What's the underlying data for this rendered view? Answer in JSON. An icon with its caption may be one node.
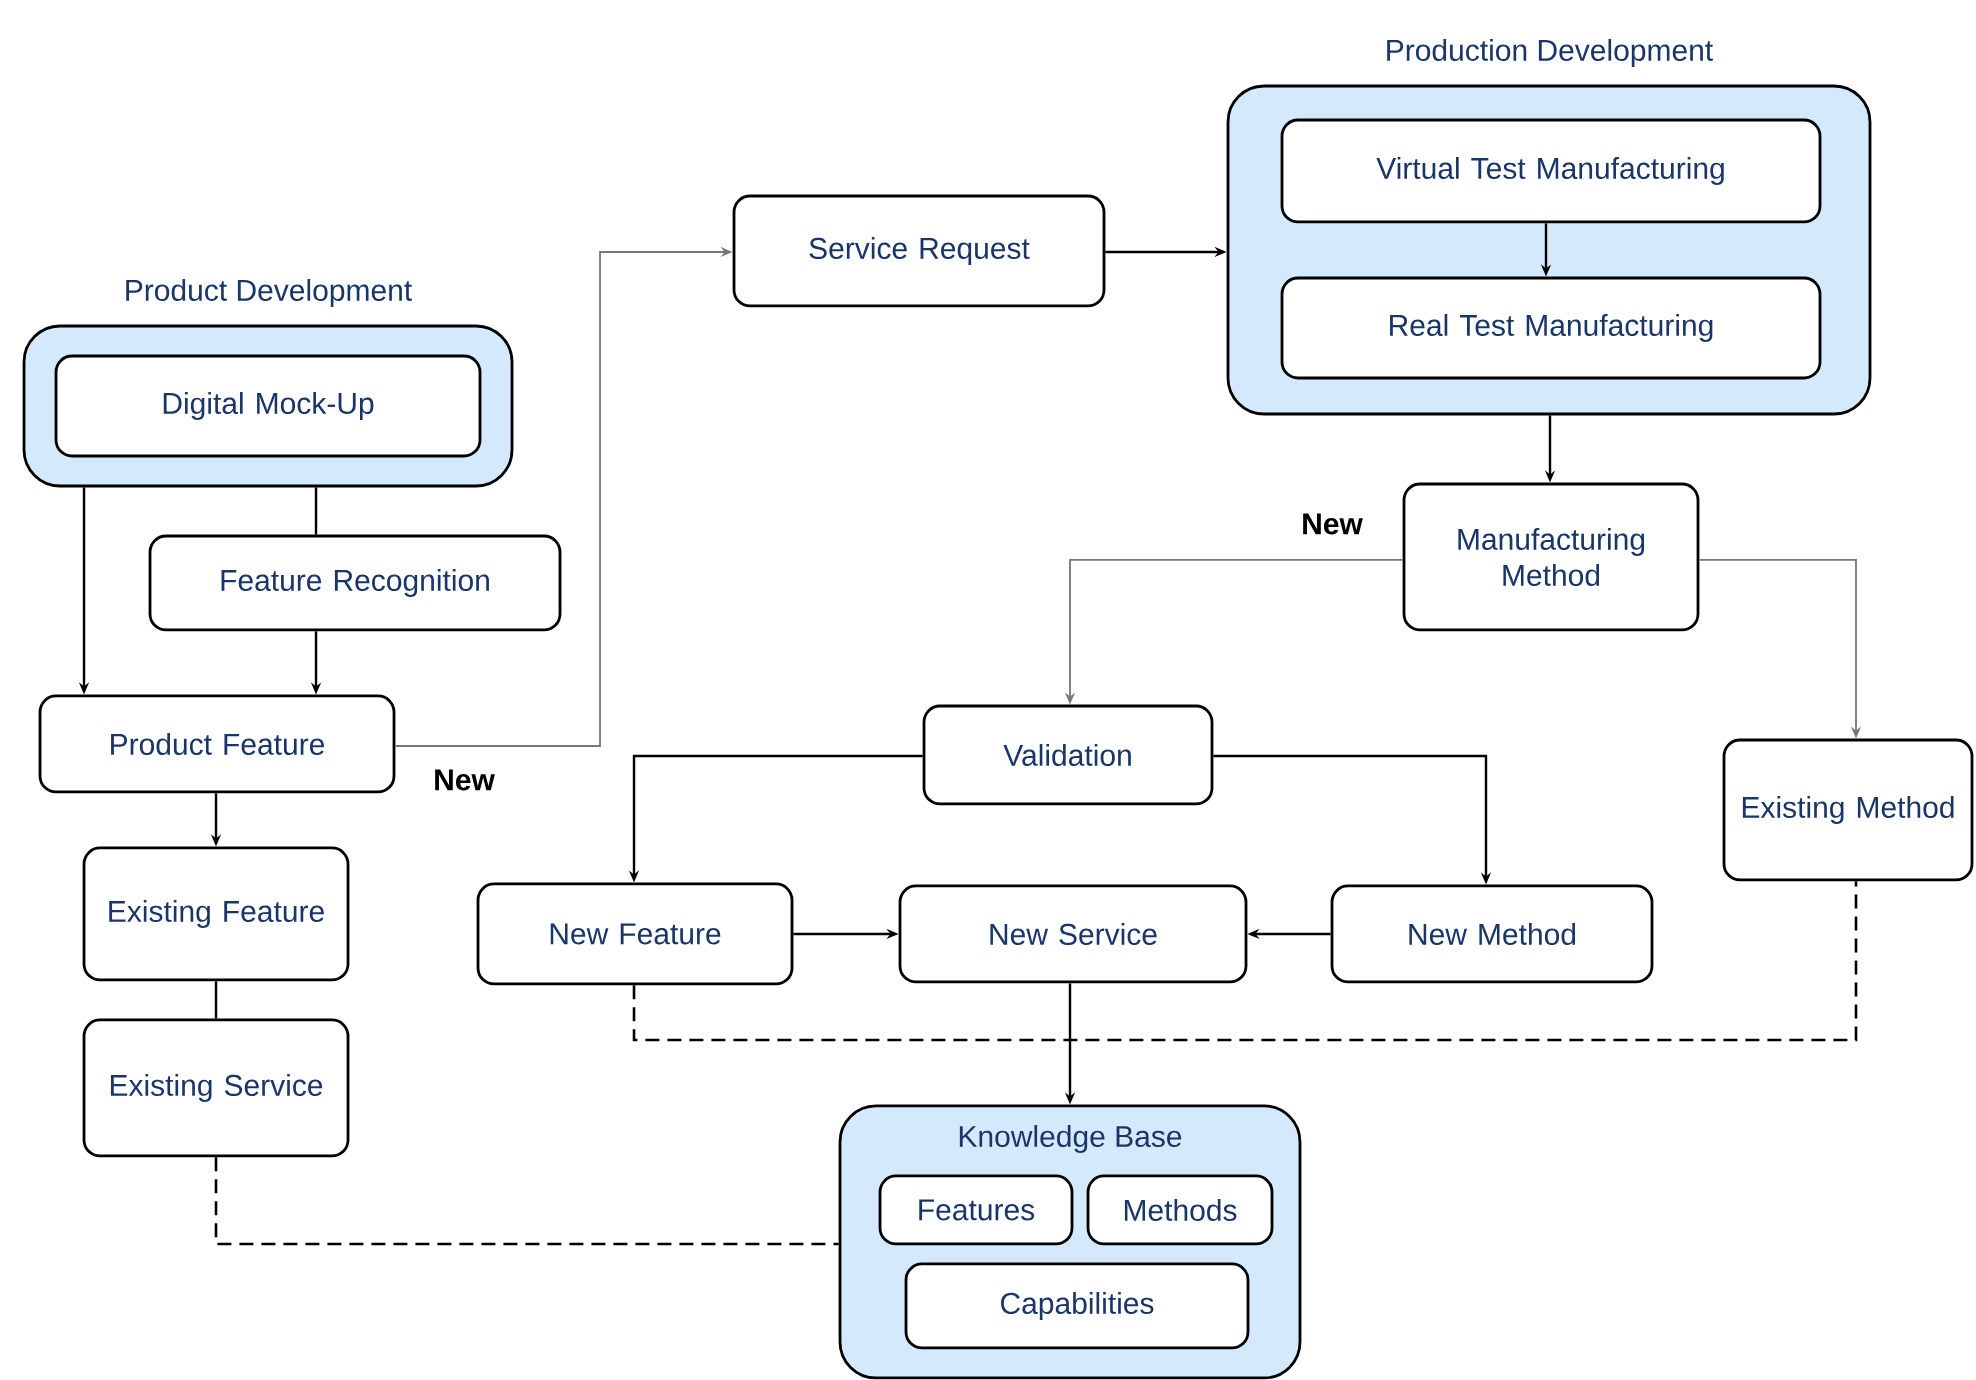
{
  "diagram": {
    "nodes": [
      {
        "text": [
          "Product Development"
        ]
      },
      {
        "text": [
          "Digital Mock-Up"
        ],
        "in": 0
      },
      {
        "text": [
          "Feature Recognition"
        ]
      },
      {
        "text": [
          "Product Feature"
        ]
      },
      {
        "text": [
          "Existing Feature"
        ]
      },
      {
        "text": [
          "Existing Service"
        ]
      },
      {
        "text": [
          "Service Request"
        ]
      },
      {
        "text": [
          "Production Development"
        ]
      },
      {
        "text": [
          "Virtual Test Manufacturing"
        ],
        "in": 7
      },
      {
        "text": [
          "Real Test Manufacturing"
        ],
        "in": 7
      },
      {
        "text": [
          "Manufacturing Method"
        ]
      },
      {
        "text": [
          "Validation"
        ]
      },
      {
        "text": [
          "Existing Method"
        ]
      },
      {
        "text": [
          "New Feature"
        ]
      },
      {
        "text": [
          "New Service"
        ]
      },
      {
        "text": [
          "New Method"
        ]
      },
      {
        "text": [
          "Knowledge Base"
        ]
      },
      {
        "text": [
          "Features"
        ],
        "in": 16
      },
      {
        "text": [
          "Methods"
        ],
        "in": 16
      },
      {
        "text": [
          "Capabilities"
        ],
        "in": 16
      }
    ],
    "edges": [
      {
        "from": 0,
        "to": 3,
        "arrow": "to"
      },
      {
        "from": 0,
        "to": 2,
        "arrow": "none"
      },
      {
        "from": 2,
        "to": 3,
        "arrow": "to"
      },
      {
        "from": 3,
        "to": 6,
        "arrow": "to",
        "label": "New",
        "color": "#777777"
      },
      {
        "from": 3,
        "to": 4,
        "arrow": "to"
      },
      {
        "from": 4,
        "to": 5,
        "arrow": "none"
      },
      {
        "from": 6,
        "to": 7,
        "arrow": "to"
      },
      {
        "from": 8,
        "to": 9,
        "arrow": "to"
      },
      {
        "from": 7,
        "to": 10,
        "arrow": "to"
      },
      {
        "from": 10,
        "to": 11,
        "arrow": "to",
        "label": "New",
        "color": "#777777"
      },
      {
        "from": 10,
        "to": 12,
        "arrow": "to",
        "color": "#777777"
      },
      {
        "from": 11,
        "to": 13,
        "arrow": "to"
      },
      {
        "from": 11,
        "to": 15,
        "arrow": "to"
      },
      {
        "from": 13,
        "to": 14,
        "arrow": "to"
      },
      {
        "from": 15,
        "to": 14,
        "arrow": "to"
      },
      {
        "from": 14,
        "to": 16,
        "arrow": "to"
      },
      {
        "from": 13,
        "to": 12,
        "arrow": "none",
        "style": "dashed"
      },
      {
        "from": 5,
        "to": 16,
        "arrow": "none",
        "style": "dashed"
      }
    ]
  }
}
